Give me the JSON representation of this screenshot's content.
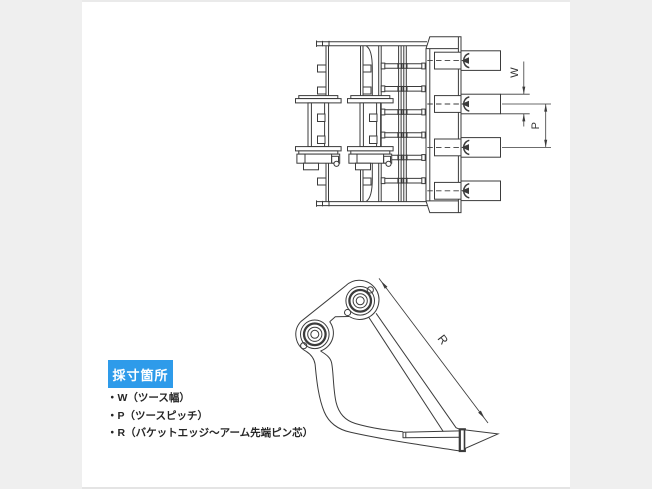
{
  "page": {
    "bg": "#efefef",
    "panel_bg": "#ffffff"
  },
  "legend": {
    "badge": "採寸箇所",
    "badge_bg": "#2e9bea",
    "items": [
      "・W（ツース幅）",
      "・P（ツースピッチ）",
      "・R（バケットエッジ～アーム先端ピン芯）"
    ]
  },
  "dims": {
    "w": "W",
    "p": "P",
    "r": "R"
  }
}
